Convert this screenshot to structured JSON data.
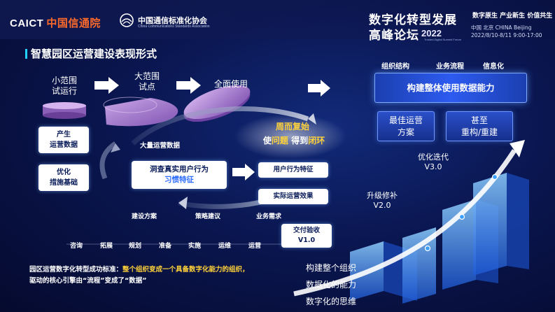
{
  "header": {
    "logo_text": "CAICT",
    "logo_cn": "中国信通院",
    "assoc_cn": "中国通信标准化协会",
    "assoc_en": "China Communications Standards Association",
    "forum_line1": "数字化转型发展",
    "forum_line2": "高峰论坛",
    "forum_year": "2022",
    "forum_en": "Trusted Digital Summit Forum",
    "slogan": "数字原生 产业新生 价值共生",
    "location": "中国 北京  CHINA   Beijing",
    "dates": "2022/8/10-8/11     9:00-17:00"
  },
  "page_title": "智慧园区运营建设表现形式",
  "stages": [
    {
      "label": "小范围\n试运行"
    },
    {
      "label": "大范围\n试点"
    },
    {
      "label": "全面使用"
    }
  ],
  "left_boxes": {
    "produce": "产生\n运营数据",
    "optimize": "优化\n措施基础"
  },
  "center": {
    "cycle_line1": "周而复始",
    "cycle_line2_a": "使",
    "cycle_line2_b": "问题",
    "cycle_line2_c": " 得到",
    "cycle_line2_d": "闭环",
    "big_data": "大量运营数据",
    "insight_line1": "洞查真实用户行为",
    "insight_line2": "习惯特征",
    "user_feature": "用户行为特征",
    "actual_effect": "实际运营效果",
    "build_plan": "建设方案",
    "strategy": "策略建议",
    "business_need": "业务需求"
  },
  "steps": [
    "咨询",
    "拓展",
    "规划",
    "准备",
    "实施",
    "运维",
    "运营"
  ],
  "delivery": "交付验收\nV1.0",
  "right": {
    "headers": [
      "组织结构",
      "业务流程",
      "信息化"
    ],
    "banner": "构建整体使用数据能力",
    "best": "最佳运营\n方案",
    "rebuild": "甚至\n重构/重建",
    "v3": "优化迭代\nV3.0",
    "v2": "升级修补\nV2.0",
    "bottom": [
      "构建整个组织",
      "数据化的能力",
      "数字化的思维"
    ]
  },
  "footer": {
    "label": "园区运营数字化转型成功标准：",
    "text": "整个组织变成一个具备数字化能力的组织，",
    "line2": "驱动的核心引擎由“流程”变成了“数据”"
  },
  "colors": {
    "accent_cyan": "#22d3ff",
    "accent_yellow": "#ffd23a",
    "brand_orange": "#ff6a2a",
    "cylinder_purple": "#b58ad6"
  }
}
